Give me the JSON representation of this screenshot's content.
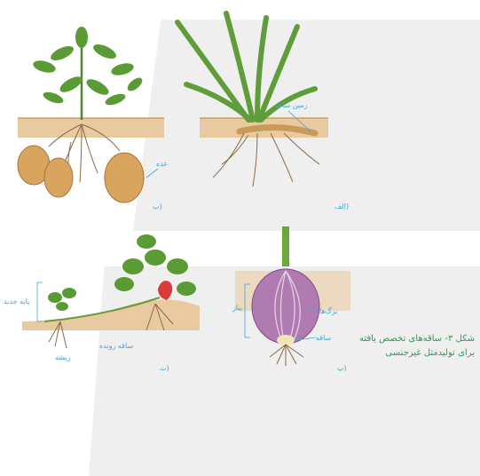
{
  "figure": {
    "caption_line1": "شکل ۳- ساقه‌های تخصص یافته",
    "caption_line2": "برای تولیدمثل غیرجنسی",
    "caption_color": "#2e9c57",
    "label_color": "#3ca8d4"
  },
  "panels": {
    "alef": {
      "tag": "(الف",
      "rhizome_label": "زمین ساقه"
    },
    "be": {
      "tag": "(ب",
      "tuber_label": "غده"
    },
    "pe": {
      "tag": "(پ",
      "onion_label": "پیاز",
      "leaves_label": "برگ‌ها",
      "stem_label": "ساقه"
    },
    "te": {
      "tag": "(ت",
      "new_plant_label": "پایه جدید",
      "root_label": "ریشه",
      "runner_label": "ساقه رونده"
    }
  }
}
